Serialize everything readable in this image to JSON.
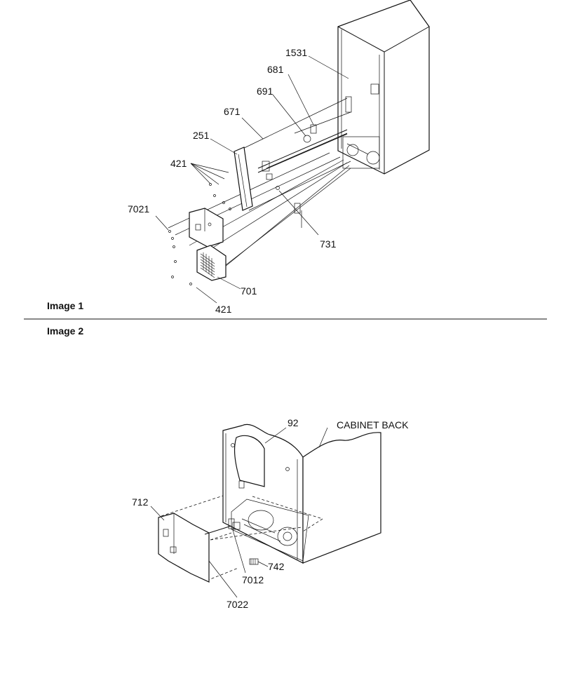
{
  "figure1": {
    "caption": "Image 1",
    "callouts": [
      "1531",
      "681",
      "691",
      "671",
      "251",
      "421",
      "7021",
      "731",
      "701",
      "421"
    ]
  },
  "figure2": {
    "caption": "Image 2",
    "callouts": [
      "92",
      "CABINET BACK",
      "712",
      "742",
      "7012",
      "7022"
    ]
  }
}
